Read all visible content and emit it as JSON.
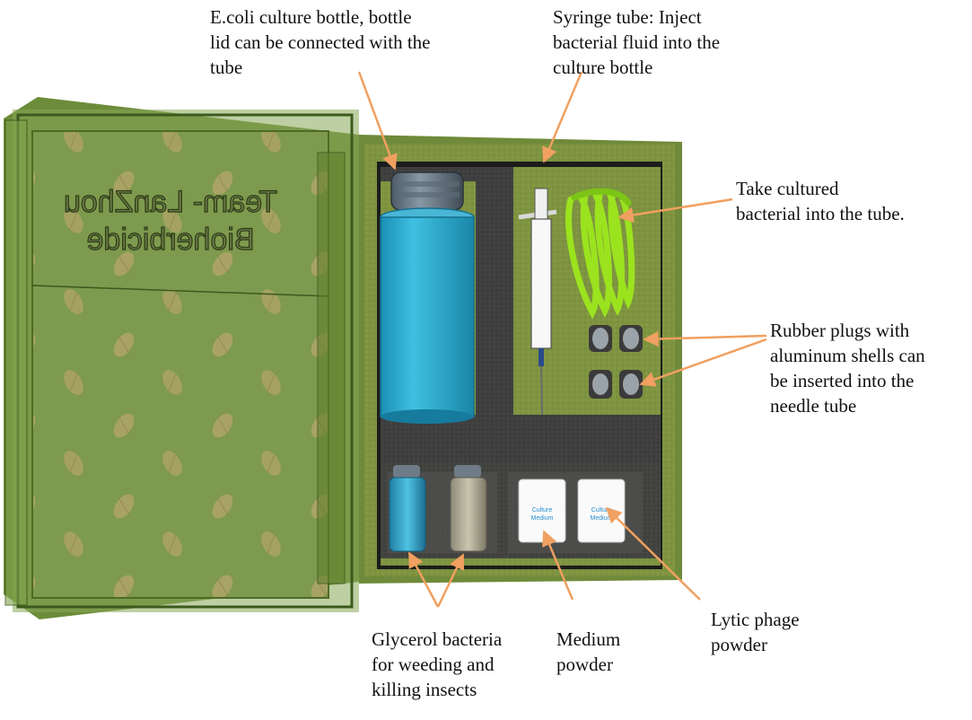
{
  "box_label": {
    "line1": "Team- LanZhou",
    "line2": "Bioherbicide"
  },
  "packet_label": {
    "line1": "Culture",
    "line2": "Medium"
  },
  "callouts": {
    "ecoli": [
      "E.coli culture bottle, bottle",
      "lid can be connected with the",
      "tube"
    ],
    "syringe": [
      "Syringe tube: Inject",
      "bacterial fluid into the",
      "culture bottle"
    ],
    "tube": [
      "Take cultured",
      "bacterial into the tube."
    ],
    "plugs": [
      "Rubber plugs with",
      "aluminum shells can",
      "be inserted into the",
      "needle tube"
    ],
    "glycerol": [
      "Glycerol bacteria",
      "for weeding and",
      "killing insects"
    ],
    "medium": [
      "Medium",
      "powder"
    ],
    "phage": [
      "Lytic phage",
      "powder"
    ]
  },
  "colors": {
    "lid_green": "#7c9b48",
    "box_olive": "#6f8a3a",
    "foam": "#3e3e3e",
    "bottle_blue": "#29a5c8",
    "tube_green": "#9be31e",
    "arrow_orange": "#f0a060"
  }
}
